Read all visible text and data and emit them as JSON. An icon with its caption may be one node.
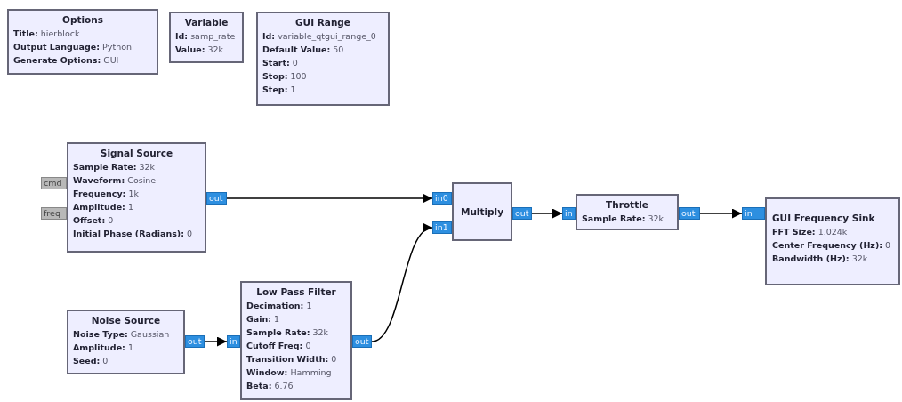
{
  "diagram": {
    "nodes": [
      {
        "text": [
          "Options",
          "**Title:** hierblock",
          "**Output Language:** Python",
          "**Generate Options:** GUI"
        ]
      },
      {
        "text": [
          "Variable",
          "**Id:** samp_rate",
          "**Value:** 32k"
        ]
      },
      {
        "text": [
          "GUI Range",
          "**Id:** variable_qtgui_range_0",
          "**Default Value:** 50",
          "**Start:** 0",
          "**Stop:** 100",
          "**Step:** 1"
        ]
      },
      {
        "text": [
          "Signal Source",
          "**Sample Rate:** 32k",
          "**Waveform:** Cosine",
          "**Frequency:** 1k",
          "**Amplitude:** 1",
          "**Offset:** 0",
          "**Initial Phase (Radians):** 0"
        ]
      },
      {
        "text": [
          "cmd"
        ]
      },
      {
        "text": [
          "freq"
        ]
      },
      {
        "text": [
          "out"
        ]
      },
      {
        "text": [
          "in0"
        ]
      },
      {
        "text": [
          "in1"
        ]
      },
      {
        "text": [
          "Multiply"
        ]
      },
      {
        "text": [
          "out"
        ]
      },
      {
        "text": [
          "in"
        ]
      },
      {
        "text": [
          "Throttle",
          "**Sample Rate:** 32k"
        ]
      },
      {
        "text": [
          "out"
        ]
      },
      {
        "text": [
          "in"
        ]
      },
      {
        "text": [
          "GUI Frequency Sink",
          "**FFT Size:** 1.024k",
          "**Center Frequency (Hz):** 0",
          "**Bandwidth (Hz):** 32k"
        ]
      },
      {
        "text": [
          "Noise Source",
          "**Noise Type:** Gaussian",
          "**Amplitude:** 1",
          "**Seed:** 0"
        ]
      },
      {
        "text": [
          "out"
        ]
      },
      {
        "text": [
          "in"
        ]
      },
      {
        "text": [
          "Low Pass Filter",
          "**Decimation:** 1",
          "**Gain:** 1",
          "**Sample Rate:** 32k",
          "**Cutoff Freq:** 0",
          "**Transition Width:** 0",
          "**Window:** Hamming",
          "**Beta:** 6.76"
        ]
      },
      {
        "text": [
          "out"
        ]
      }
    ],
    "edges": [
      {
        "from": 6,
        "to": 7,
        "arrow": "to"
      },
      {
        "from": 10,
        "to": 11,
        "arrow": "to"
      },
      {
        "from": 13,
        "to": 14,
        "arrow": "to"
      },
      {
        "from": 17,
        "to": 18,
        "arrow": "to"
      },
      {
        "from": 20,
        "to": 8,
        "arrow": "to"
      }
    ]
  }
}
